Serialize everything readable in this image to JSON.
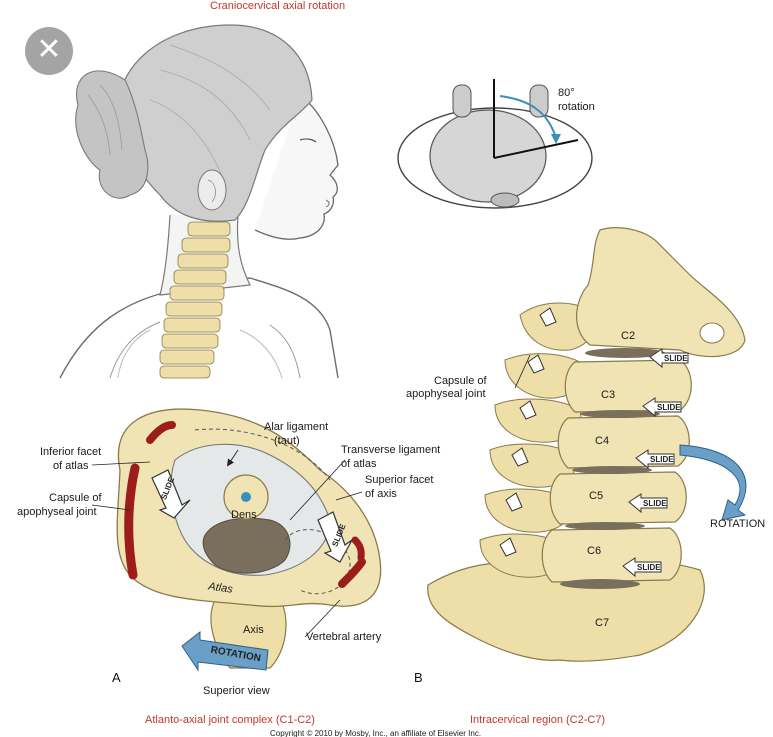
{
  "figure": {
    "top_title": "Craniocervical axial rotation",
    "rotation_angle": "80°",
    "rotation_word": "rotation",
    "panel_a": "A",
    "panel_b": "B",
    "caption_a": "Atlanto-axial joint complex (C1-C2)",
    "caption_b": "Intracervical region (C2-C7)",
    "copyright": "Copyright © 2010 by Mosby, Inc., an affiliate of Elsevier Inc.",
    "close_icon": "close-icon"
  },
  "panel_a_labels": {
    "alar_ligament_1": "Alar ligament",
    "alar_ligament_2": "(taut)",
    "inferior_facet_1": "Inferior facet",
    "inferior_facet_2": "of atlas",
    "transverse_ligament_1": "Transverse ligament",
    "transverse_ligament_2": "of atlas",
    "superior_facet_1": "Superior facet",
    "superior_facet_2": "of axis",
    "capsule_1": "Capsule of",
    "capsule_2": "apophyseal joint",
    "dens": "Dens",
    "atlas": "Atlas",
    "axis": "Axis",
    "vertebral_artery": "Vertebral artery",
    "rotation": "ROTATION",
    "superior_view": "Superior view",
    "slide": "SLIDE"
  },
  "panel_b_labels": {
    "capsule_1": "Capsule of",
    "capsule_2": "apophyseal joint",
    "rotation": "ROTATION",
    "slide": "SLIDE",
    "vertebrae": [
      "C2",
      "C3",
      "C4",
      "C5",
      "C6",
      "C7"
    ]
  }
}
